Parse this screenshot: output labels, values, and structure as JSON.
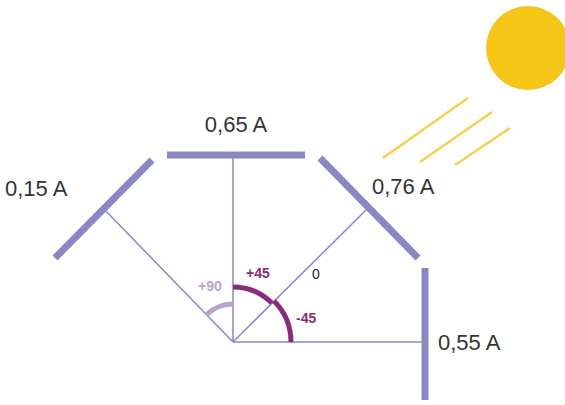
{
  "diagram": {
    "labels": [
      "0,15 A",
      "0,65 A",
      "0,76 A",
      "0,55 A",
      "+90",
      "+45",
      "0",
      "-45"
    ]
  }
}
